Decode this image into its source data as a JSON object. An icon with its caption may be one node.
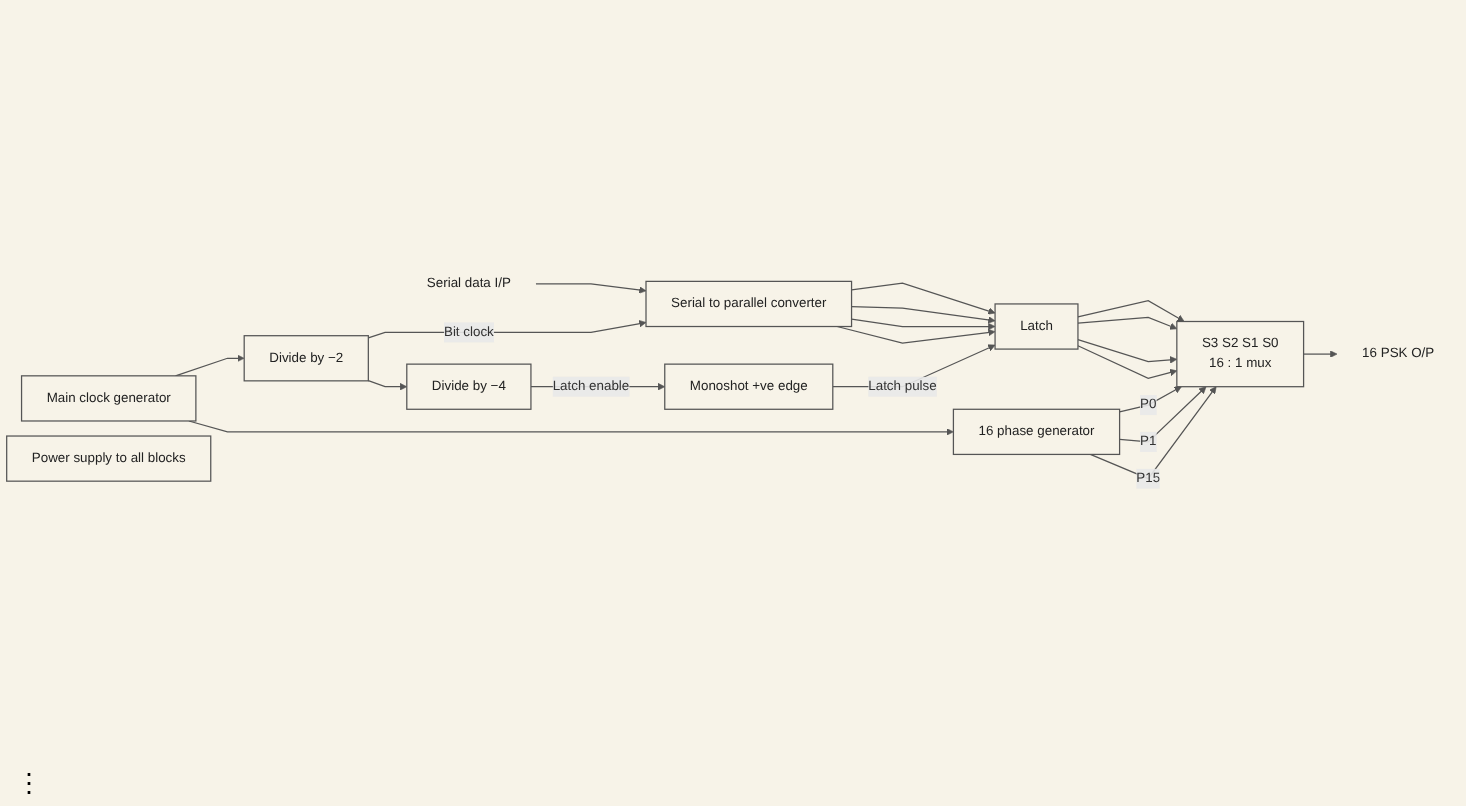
{
  "diagram": {
    "nodes": [
      {
        "text": [
          "Serial data I/P"
        ]
      },
      {
        "text": [
          "Serial to parallel converter"
        ]
      },
      {
        "text": [
          "Latch"
        ]
      },
      {
        "text": [
          "Monoshot +ve edge"
        ]
      },
      {
        "text": [
          "Divide by −2"
        ]
      },
      {
        "text": [
          "Divide by −4"
        ]
      },
      {
        "text": [
          "Main clock generator"
        ]
      },
      {
        "text": [
          "16 phase generator"
        ]
      },
      {
        "text": [
          "S3 S2 S1 S0",
          "16 : 1 mux"
        ]
      },
      {
        "text": [
          "16 PSK O/P"
        ]
      },
      {
        "text": [
          "Power supply to all blocks"
        ]
      }
    ],
    "edges": [
      {
        "from": 0,
        "to": 1,
        "arrow": "to"
      },
      {
        "from": 1,
        "to": 2,
        "arrow": "to"
      },
      {
        "from": 1,
        "to": 2,
        "arrow": "to"
      },
      {
        "from": 1,
        "to": 2,
        "arrow": "to"
      },
      {
        "from": 1,
        "to": 2,
        "arrow": "to"
      },
      {
        "from": 2,
        "to": 8,
        "arrow": "to"
      },
      {
        "from": 2,
        "to": 8,
        "arrow": "to"
      },
      {
        "from": 2,
        "to": 8,
        "arrow": "to"
      },
      {
        "from": 2,
        "to": 8,
        "arrow": "to"
      },
      {
        "from": 4,
        "to": 1,
        "arrow": "to",
        "label": "Bit clock"
      },
      {
        "from": 4,
        "to": 5,
        "arrow": "to"
      },
      {
        "from": 5,
        "to": 3,
        "arrow": "to",
        "label": "Latch enable"
      },
      {
        "from": 3,
        "to": 2,
        "arrow": "to",
        "label": "Latch pulse"
      },
      {
        "from": 6,
        "to": 4,
        "arrow": "to"
      },
      {
        "from": 6,
        "to": 7,
        "arrow": "to"
      },
      {
        "from": 7,
        "to": 8,
        "arrow": "to",
        "label": "P0"
      },
      {
        "from": 7,
        "to": 8,
        "arrow": "to",
        "label": "P1"
      },
      {
        "from": 7,
        "to": 8,
        "arrow": "to",
        "label": "P15"
      },
      {
        "from": 8,
        "to": 9,
        "arrow": "to"
      }
    ],
    "labels": [
      "⋮"
    ]
  }
}
